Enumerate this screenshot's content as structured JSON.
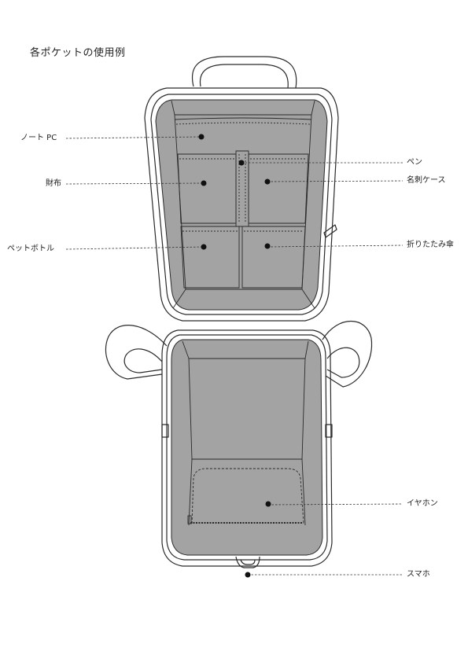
{
  "title": "各ポケットの使用例",
  "colors": {
    "pocket_fill": "#a3a3a3",
    "outline": "#2a2a2a",
    "dot": "#111111"
  },
  "labels": {
    "note_pc": "ノート PC",
    "wallet": "財布",
    "pet_bottle": "ペットボトル",
    "pen": "ペン",
    "card_case": "名刺ケース",
    "umbrella": "折りたたみ傘",
    "earphones": "イヤホン",
    "smartphone": "スマホ"
  }
}
